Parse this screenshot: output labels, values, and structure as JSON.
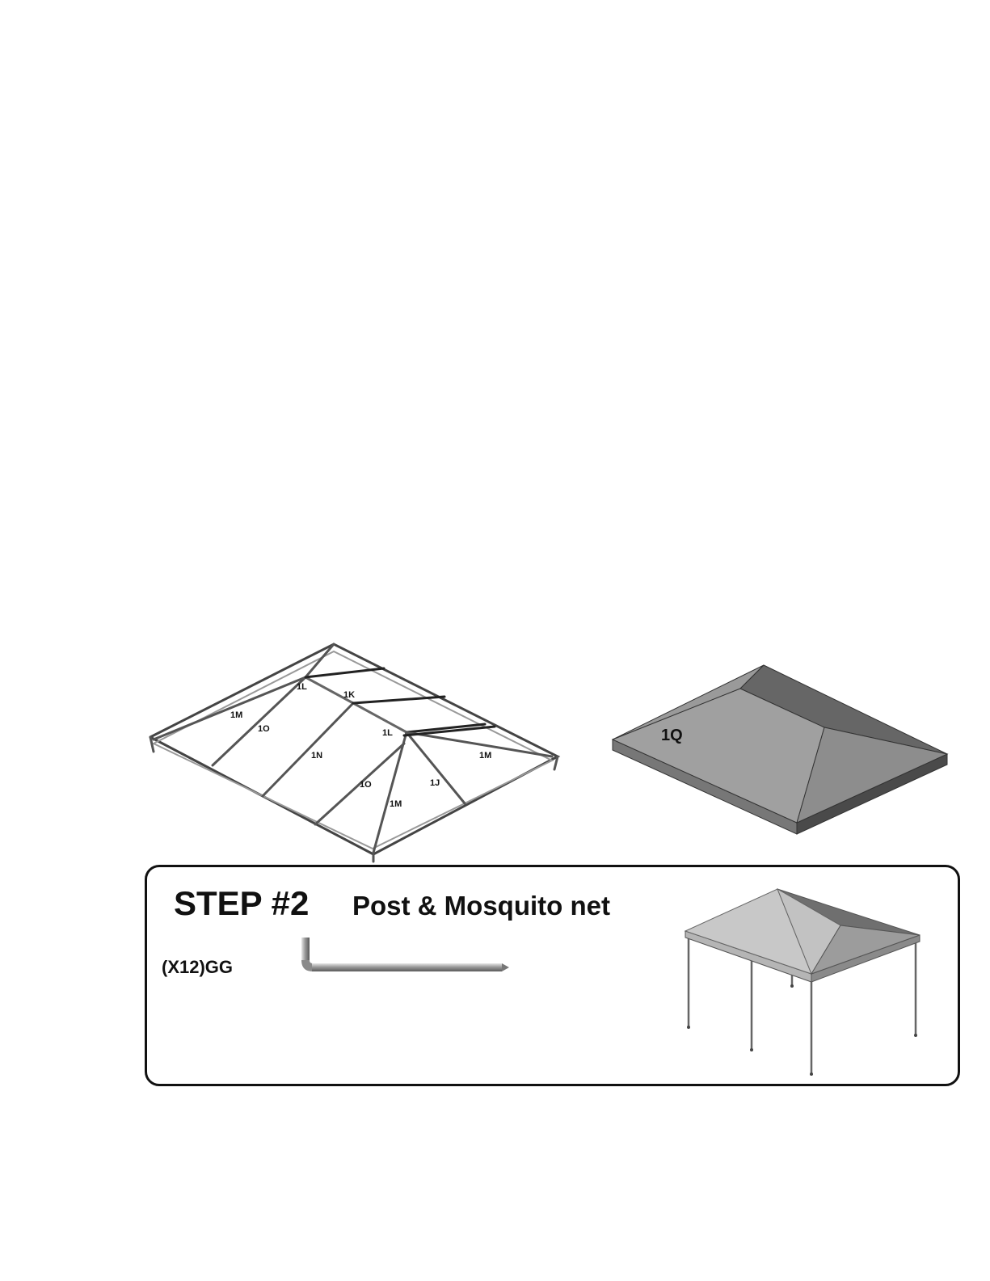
{
  "frame_diagram": {
    "labels": [
      "1L",
      "1K",
      "1M",
      "1O",
      "1L",
      "1N",
      "1M",
      "1O",
      "1J",
      "1M"
    ]
  },
  "canopy_diagram": {
    "label": "1Q"
  },
  "step": {
    "title": "STEP #2",
    "subtitle": "Post & Mosquito net",
    "part_label": "(X12)GG"
  }
}
